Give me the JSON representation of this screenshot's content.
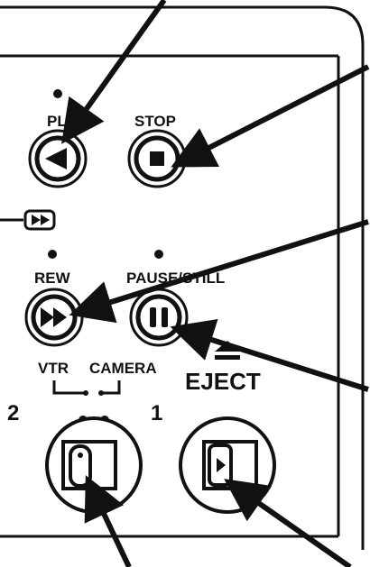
{
  "labels": {
    "play": "PLAY",
    "stop": "STOP",
    "rew": "REW",
    "pause_still": "PAUSE/STILL",
    "vtr": "VTR",
    "camera": "CAMERA",
    "eject": "EJECT",
    "switch_pos_2": "2",
    "switch_pos_1": "1"
  },
  "icons": {
    "play_button": "play-triangle-icon",
    "stop_button": "stop-square-icon",
    "rew_button": "double-arrow-icon",
    "pause_button": "pause-bars-icon",
    "eject_symbol": "eject-icon",
    "ff_indicator": "fast-forward-icon"
  },
  "colors": {
    "ink": "#111111",
    "paper": "#ffffff"
  }
}
